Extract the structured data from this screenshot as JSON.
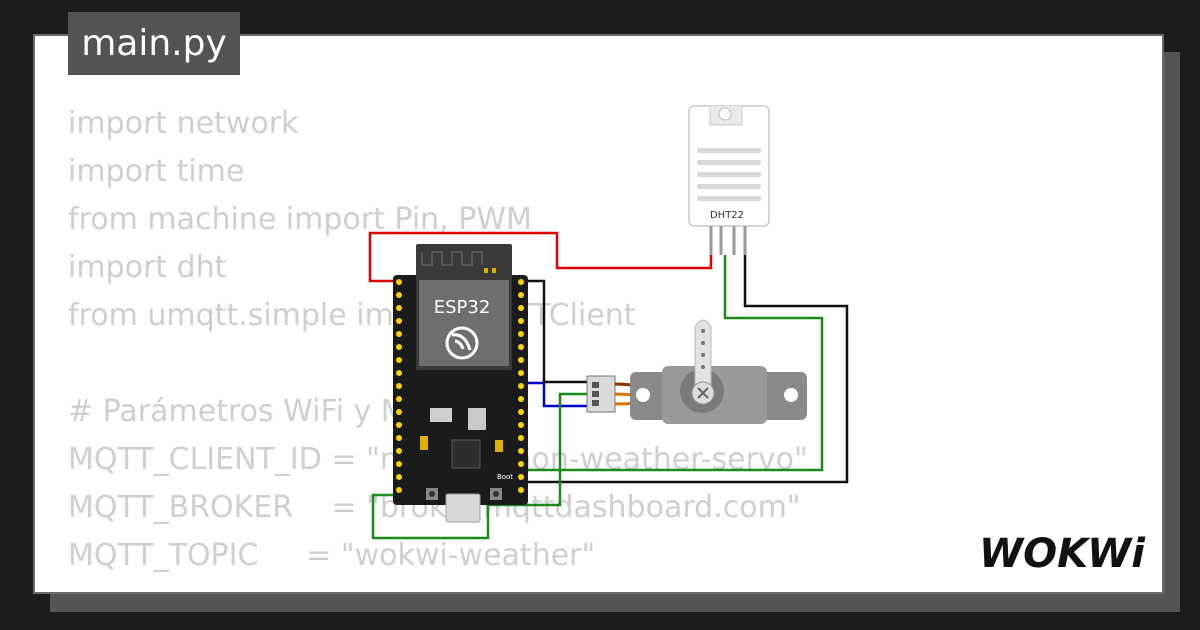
{
  "file_tab": {
    "label": "main.py"
  },
  "code_lines": [
    "import network",
    "import time",
    "from machine import Pin, PWM",
    "import dht",
    "from umqtt.simple import MQTTClient",
    "",
    "# Parámetros WiFi y MQTT",
    "MQTT_CLIENT_ID = \"micropython-weather-servo\"",
    "MQTT_BROKER    = \"broker.mqttdashboard.com\"",
    "MQTT_TOPIC     = \"wokwi-weather\""
  ],
  "components": {
    "esp32": {
      "label": "ESP32",
      "boot_label": "Boot"
    },
    "dht22": {
      "label": "DHT22"
    },
    "servo": {
      "label": ""
    }
  },
  "wires": [
    {
      "name": "power-wire",
      "color": "#e00000"
    },
    {
      "name": "data-wire-dht",
      "color": "#1a8a1a"
    },
    {
      "name": "ground-wire-dht",
      "color": "#000000"
    },
    {
      "name": "pwm-wire-servo",
      "color": "#0000cc"
    },
    {
      "name": "servo-ground-wire",
      "color": "#000000"
    },
    {
      "name": "servo-power-wire",
      "color": "#1a8a1a"
    }
  ],
  "brand": {
    "logo_text": "WOKWi"
  },
  "colors": {
    "background": "#1c1c1c",
    "card": "#ffffff",
    "tab": "#545454",
    "code_text": "#cfcfcf",
    "board": "#1a1a1a",
    "pin": "#f5d300"
  }
}
